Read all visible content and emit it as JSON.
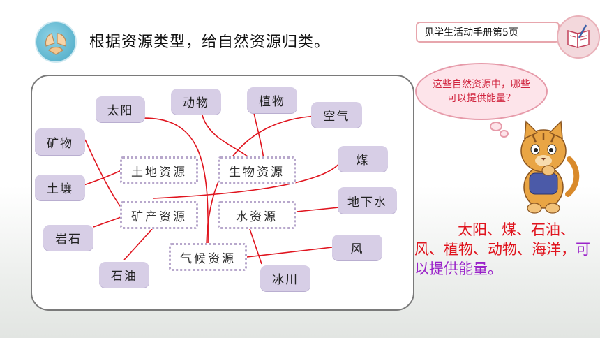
{
  "header": {
    "title": "根据资源类型，给自然资源归类。",
    "book_ref": "见学生活动手册第5页"
  },
  "diagram": {
    "resources": {
      "sun": "太阳",
      "animal": "动物",
      "plant": "植物",
      "air": "空气",
      "mineral": "矿物",
      "coal": "煤",
      "soil": "土壤",
      "groundwater": "地下水",
      "rock": "岩石",
      "wind": "风",
      "oil": "石油",
      "glacier": "冰川"
    },
    "categories": {
      "land": "土地资源",
      "biological": "生物资源",
      "mineral": "矿产资源",
      "water": "水资源",
      "climate": "气候资源"
    },
    "line_color": "#e0141e"
  },
  "bubble": {
    "text": "这些自然资源中，哪些可以提供能量？"
  },
  "answer": {
    "red_part": "太阳、煤、石油、风、植物、动物、海洋，",
    "purple_part": "可以提供能量。"
  },
  "colors": {
    "resource_box": "#d7cee6",
    "answer_red": "#e0141e",
    "answer_purple": "#9a23c9",
    "bubble_text": "#d0243e"
  }
}
